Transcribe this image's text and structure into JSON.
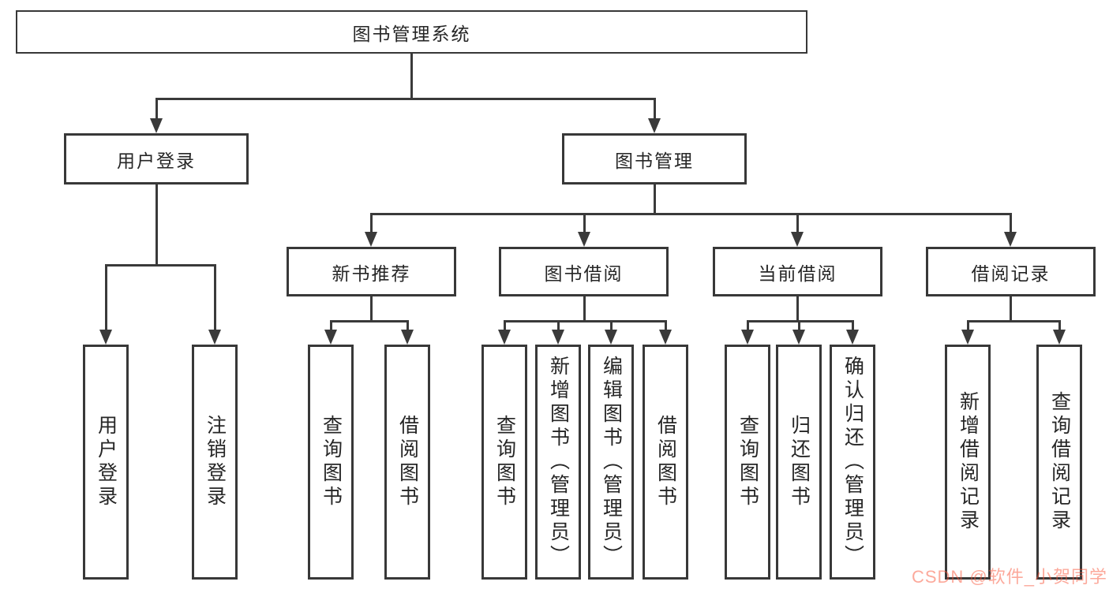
{
  "diagram": {
    "title": "图书管理系统",
    "root": {
      "label": "图书管理系统"
    },
    "level2": [
      {
        "label": "用户登录",
        "children": [
          "用户登录",
          "注销登录"
        ]
      },
      {
        "label": "图书管理"
      }
    ],
    "level3": [
      {
        "label": "新书推荐",
        "children": [
          "查询图书",
          "借阅图书"
        ]
      },
      {
        "label": "图书借阅",
        "children": [
          "查询图书",
          "新增图书（管理员）",
          "编辑图书（管理员）",
          "借阅图书"
        ]
      },
      {
        "label": "当前借阅",
        "children": [
          "查询图书",
          "归还图书",
          "确认归还（管理员）"
        ]
      },
      {
        "label": "借阅记录",
        "children": [
          "新增借阅记录",
          "查询借阅记录"
        ]
      }
    ]
  },
  "watermark": {
    "text": "CSDN @软件_小贺同学",
    "color": "#fa5438"
  },
  "colors": {
    "line": "#3a3a3a",
    "box_border": "#383838",
    "text": "#262626",
    "background": "#ffffff"
  }
}
